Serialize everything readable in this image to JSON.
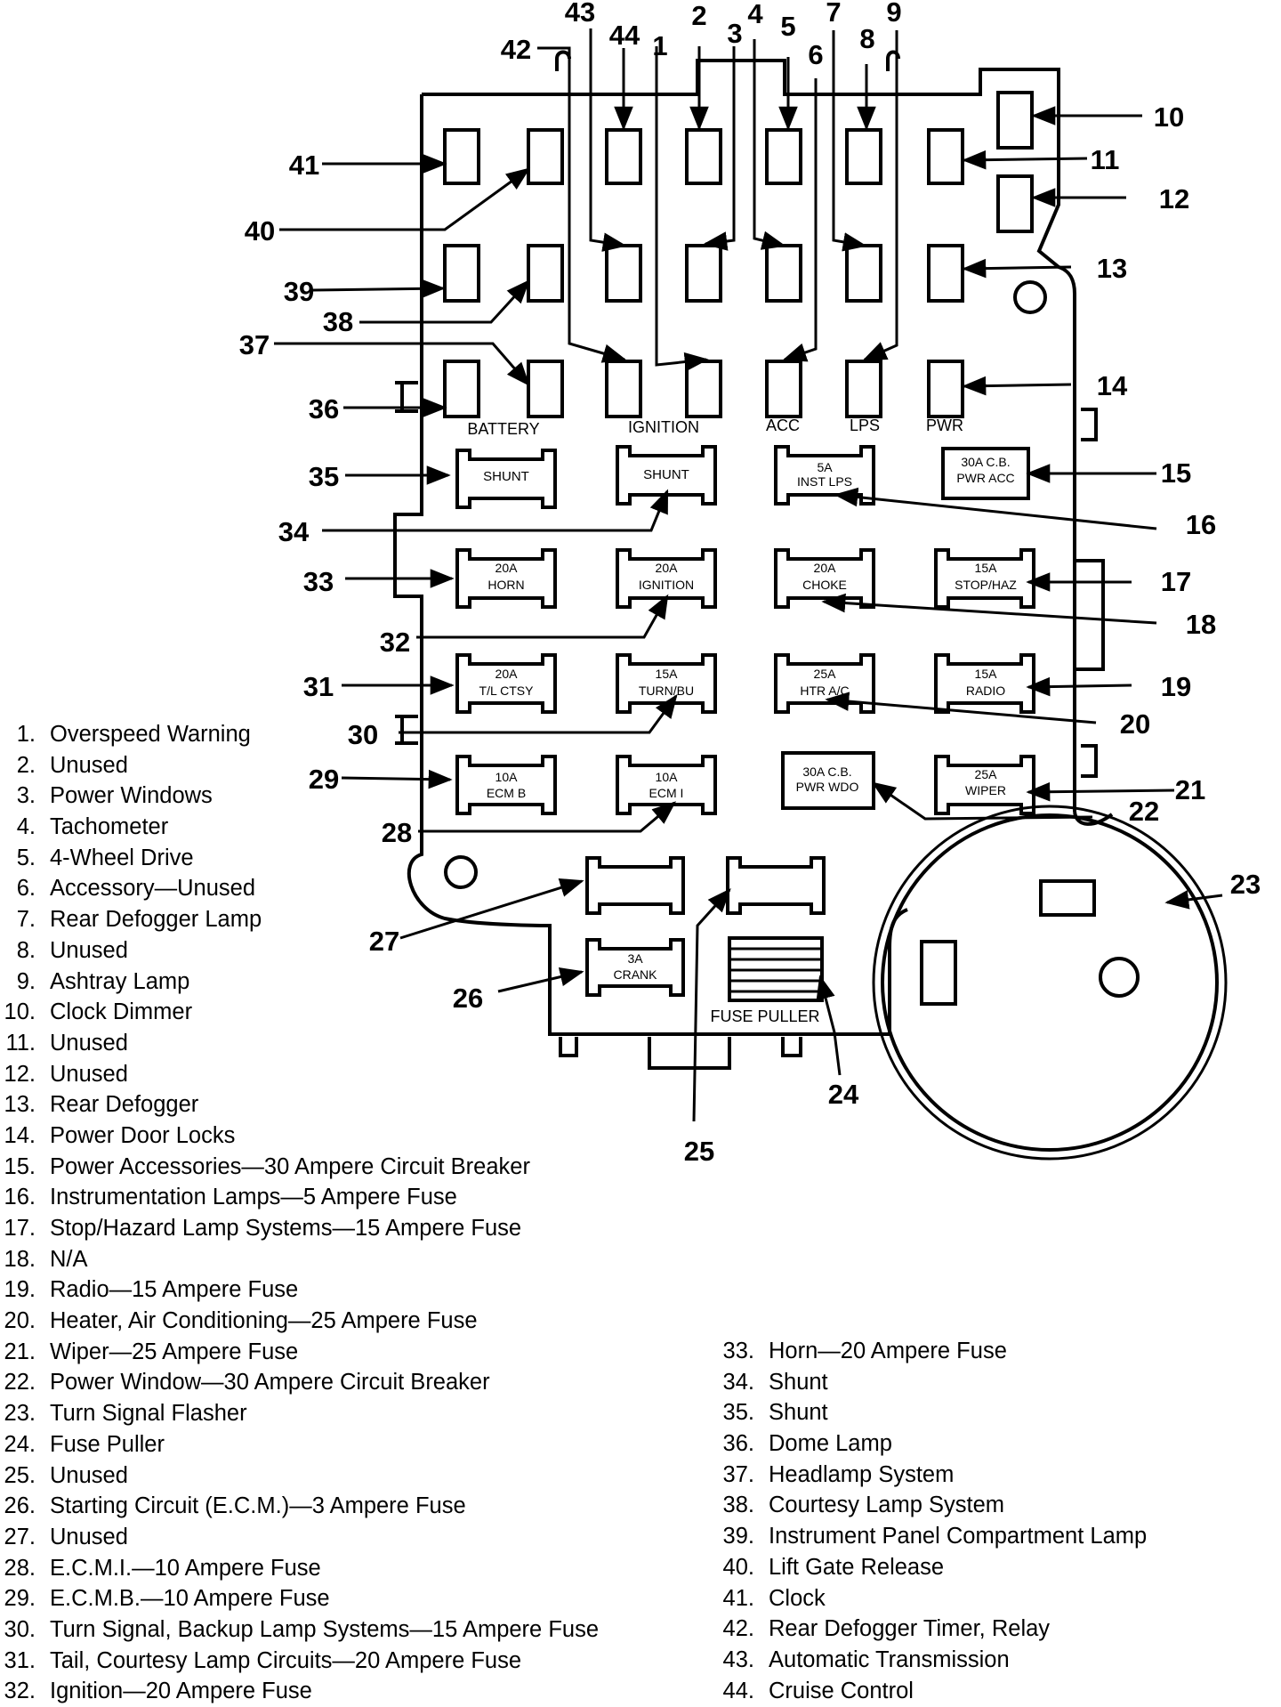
{
  "labels": {
    "battery": "BATTERY",
    "ignition": "IGNITION",
    "acc": "ACC",
    "lps": "LPS",
    "pwr": "PWR",
    "fuse_puller": "FUSE PULLER"
  },
  "fuses": {
    "f35": [
      "SHUNT"
    ],
    "f34": [
      "SHUNT"
    ],
    "f16": [
      "5A",
      "INST LPS"
    ],
    "f15": [
      "30A C.B.",
      "PWR ACC"
    ],
    "f33": [
      "20A",
      "HORN"
    ],
    "f32": [
      "20A",
      "IGNITION"
    ],
    "f18": [
      "20A",
      "CHOKE"
    ],
    "f17": [
      "15A",
      "STOP/HAZ"
    ],
    "f31": [
      "20A",
      "T/L CTSY"
    ],
    "f30": [
      "15A",
      "TURN/BU"
    ],
    "f20": [
      "25A",
      "HTR A/C"
    ],
    "f19": [
      "15A",
      "RADIO"
    ],
    "f29": [
      "10A",
      "ECM B"
    ],
    "f28": [
      "10A",
      "ECM I"
    ],
    "f22": [
      "30A C.B.",
      "PWR WDO"
    ],
    "f21": [
      "25A",
      "WIPER"
    ],
    "f26": [
      "3A",
      "CRANK"
    ]
  },
  "callouts": [
    "1",
    "2",
    "3",
    "4",
    "5",
    "6",
    "7",
    "8",
    "9",
    "10",
    "11",
    "12",
    "13",
    "14",
    "15",
    "16",
    "17",
    "18",
    "19",
    "20",
    "21",
    "22",
    "23",
    "24",
    "25",
    "26",
    "27",
    "28",
    "29",
    "30",
    "31",
    "32",
    "33",
    "34",
    "35",
    "36",
    "37",
    "38",
    "39",
    "40",
    "41",
    "42",
    "43",
    "44"
  ],
  "legend_left": [
    {
      "num": "1.",
      "text": "Overspeed Warning"
    },
    {
      "num": "2.",
      "text": "Unused"
    },
    {
      "num": "3.",
      "text": "Power Windows"
    },
    {
      "num": "4.",
      "text": "Tachometer"
    },
    {
      "num": "5.",
      "text": "4-Wheel Drive"
    },
    {
      "num": "6.",
      "text": "Accessory—Unused"
    },
    {
      "num": "7.",
      "text": "Rear Defogger Lamp"
    },
    {
      "num": "8.",
      "text": "Unused"
    },
    {
      "num": "9.",
      "text": "Ashtray Lamp"
    },
    {
      "num": "10.",
      "text": "Clock Dimmer"
    },
    {
      "num": "11.",
      "text": "Unused"
    },
    {
      "num": "12.",
      "text": "Unused"
    },
    {
      "num": "13.",
      "text": "Rear Defogger"
    },
    {
      "num": "14.",
      "text": "Power Door Locks"
    },
    {
      "num": "15.",
      "text": "Power Accessories—30 Ampere Circuit Breaker"
    },
    {
      "num": "16.",
      "text": "Instrumentation Lamps—5 Ampere Fuse"
    },
    {
      "num": "17.",
      "text": "Stop/Hazard Lamp Systems—15 Ampere Fuse"
    },
    {
      "num": "18.",
      "text": "N/A"
    },
    {
      "num": "19.",
      "text": "Radio—15 Ampere Fuse"
    },
    {
      "num": "20.",
      "text": "Heater, Air Conditioning—25 Ampere Fuse"
    },
    {
      "num": "21.",
      "text": "Wiper—25 Ampere Fuse"
    },
    {
      "num": "22.",
      "text": "Power Window—30 Ampere Circuit Breaker"
    },
    {
      "num": "23.",
      "text": "Turn Signal Flasher"
    },
    {
      "num": "24.",
      "text": "Fuse Puller"
    },
    {
      "num": "25.",
      "text": "Unused"
    },
    {
      "num": "26.",
      "text": "Starting Circuit (E.C.M.)—3 Ampere Fuse"
    },
    {
      "num": "27.",
      "text": "Unused"
    },
    {
      "num": "28.",
      "text": "E.C.M.I.—10 Ampere Fuse"
    },
    {
      "num": "29.",
      "text": "E.C.M.B.—10 Ampere Fuse"
    },
    {
      "num": "30.",
      "text": "Turn Signal, Backup Lamp Systems—15 Ampere Fuse"
    },
    {
      "num": "31.",
      "text": "Tail, Courtesy Lamp Circuits—20 Ampere Fuse"
    },
    {
      "num": "32.",
      "text": "Ignition—20 Ampere Fuse"
    }
  ],
  "legend_right": [
    {
      "num": "33.",
      "text": "Horn—20 Ampere Fuse"
    },
    {
      "num": "34.",
      "text": "Shunt"
    },
    {
      "num": "35.",
      "text": "Shunt"
    },
    {
      "num": "36.",
      "text": "Dome Lamp"
    },
    {
      "num": "37.",
      "text": "Headlamp System"
    },
    {
      "num": "38.",
      "text": "Courtesy Lamp System"
    },
    {
      "num": "39.",
      "text": "Instrument Panel Compartment Lamp"
    },
    {
      "num": "40.",
      "text": "Lift Gate Release"
    },
    {
      "num": "41.",
      "text": "Clock"
    },
    {
      "num": "42.",
      "text": "Rear Defogger Timer, Relay"
    },
    {
      "num": "43.",
      "text": "Automatic Transmission"
    },
    {
      "num": "44.",
      "text": "Cruise Control"
    }
  ]
}
